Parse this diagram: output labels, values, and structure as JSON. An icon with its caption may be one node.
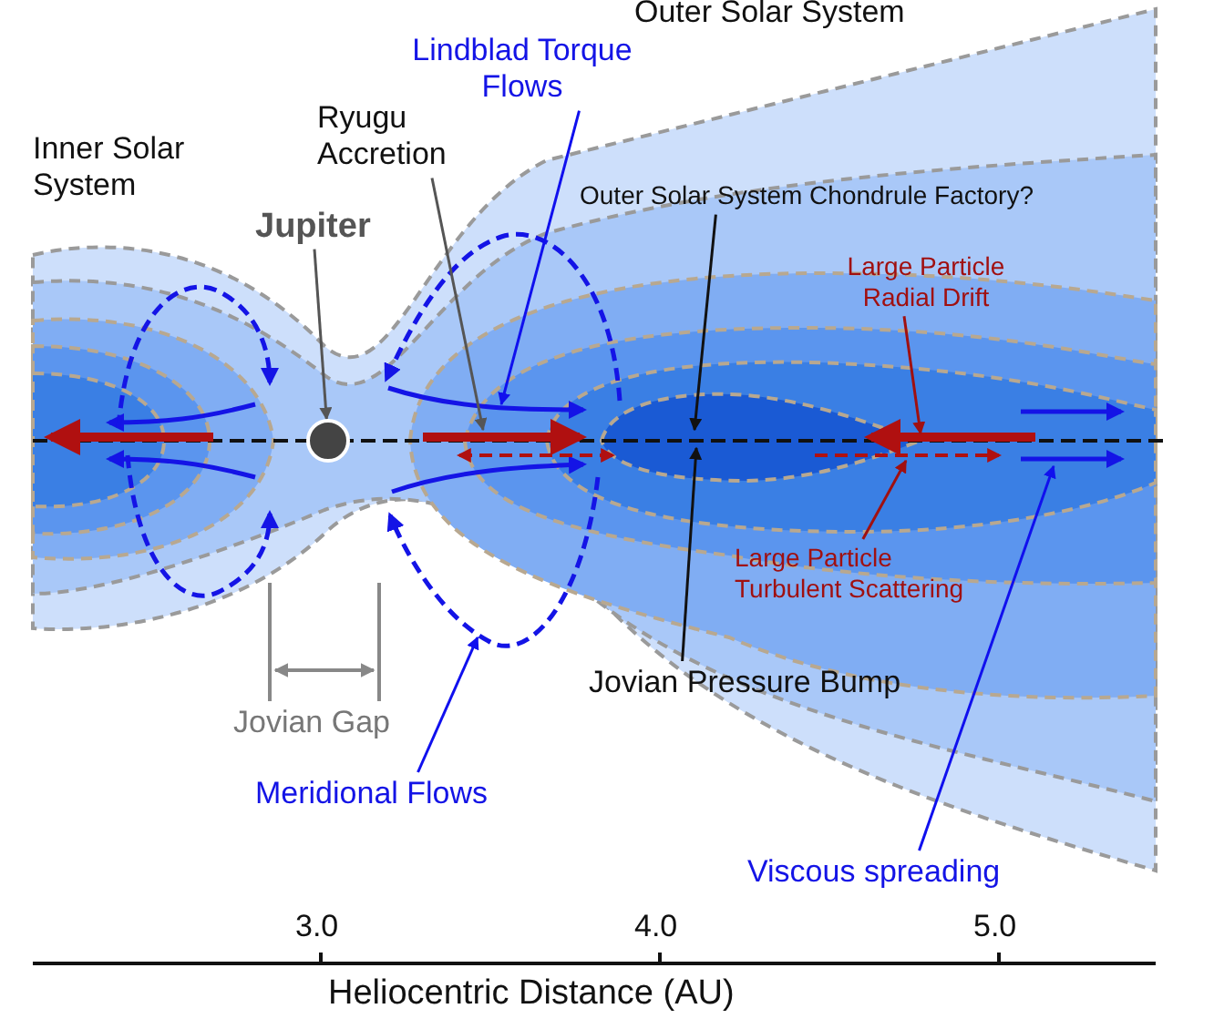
{
  "diagram": {
    "nodes": [
      {
        "text": [
          "Jupiter"
        ]
      },
      {
        "text": [],
        "shape": "circle"
      },
      {
        "text": [
          "Ryugu Accretion"
        ]
      },
      {
        "text": [
          "Lindblad Torque Flows"
        ]
      },
      {
        "text": [
          "Outer Solar System Chondrule Factory?"
        ]
      },
      {
        "text": [
          "Large Particle Radial Drift"
        ]
      },
      {
        "text": [
          "Large Particle Turbulent Scattering"
        ]
      },
      {
        "text": [
          "Jovian Pressure Bump"
        ]
      },
      {
        "text": [
          "Meridional Flows"
        ]
      },
      {
        "text": [
          "Viscous spreading"
        ]
      }
    ],
    "edges": [
      {
        "from": 0,
        "to": 1,
        "arrow": "to",
        "color": "#555555"
      },
      {
        "from": 2,
        "to": null,
        "arrow": "to",
        "color": "#555555"
      },
      {
        "from": 3,
        "to": null,
        "arrow": "to",
        "color": "#1010ee"
      },
      {
        "from": 4,
        "to": null,
        "arrow": "to",
        "color": "#111111"
      },
      {
        "from": 5,
        "to": null,
        "arrow": "to",
        "color": "#a01010"
      },
      {
        "from": 6,
        "to": null,
        "arrow": "to",
        "color": "#a01010"
      },
      {
        "from": 7,
        "to": null,
        "arrow": "to",
        "color": "#111111"
      },
      {
        "from": 8,
        "to": null,
        "arrow": "to",
        "color": "#1010ee"
      },
      {
        "from": 9,
        "to": null,
        "arrow": "to",
        "color": "#1010ee"
      }
    ],
    "labels": [
      "Outer Solar System",
      "Inner Solar System",
      "Jovian Gap",
      "3.0",
      "4.0",
      "5.0",
      "Heliocentric Distance (AU)"
    ]
  }
}
